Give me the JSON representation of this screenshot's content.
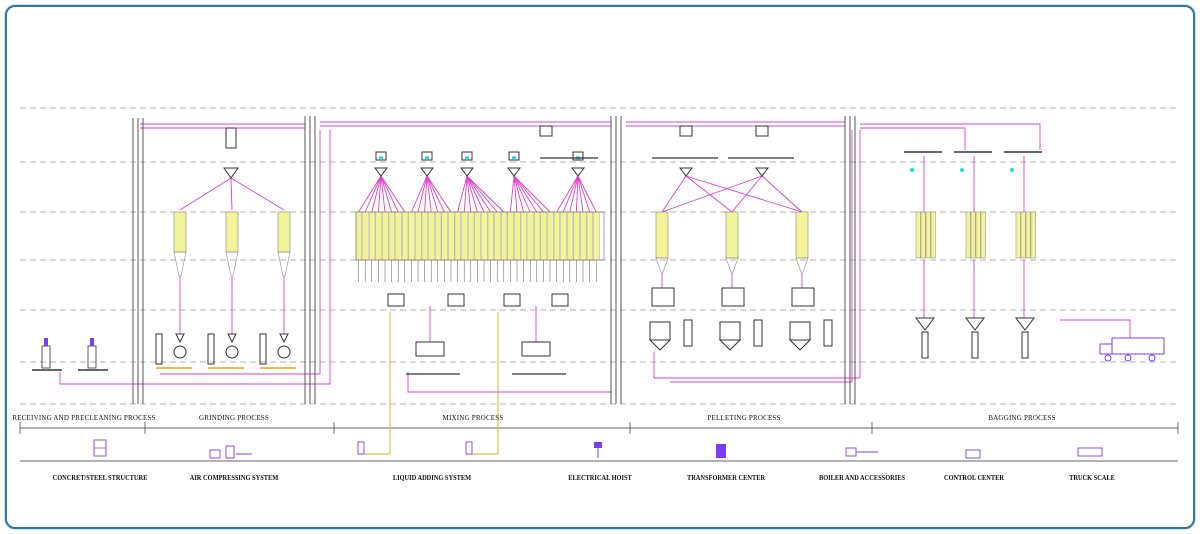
{
  "processes": [
    {
      "label": "RECEIVING AND PRECLEANING PROCESS"
    },
    {
      "label": "GRINDING PROCESS"
    },
    {
      "label": "MIXING PROCESS"
    },
    {
      "label": "PELLETING PROCESS"
    },
    {
      "label": "BAGGING PROCESS"
    }
  ],
  "legend": [
    {
      "label": "CONCRET/STEEL STRUCTURE"
    },
    {
      "label": "AIR COMPRESSING SYSTEM"
    },
    {
      "label": "LIQUID ADDING SYSTEM"
    },
    {
      "label": "ELECTRICAL HOIST"
    },
    {
      "label": "TRANSFORMER CENTER"
    },
    {
      "label": "BOILER AND ACCESSORIES"
    },
    {
      "label": "CONTROL CENTER"
    },
    {
      "label": "TRUCK SCALE"
    }
  ],
  "colors": {
    "frame": "#2e78a8",
    "pipe": "#e040c8",
    "bin": "#f3f39a",
    "machine": "#333333",
    "accent": "#7a3cff",
    "liquid": "#e0a800",
    "cyan": "#2fd2e6",
    "grid": "#9a9a9a"
  }
}
